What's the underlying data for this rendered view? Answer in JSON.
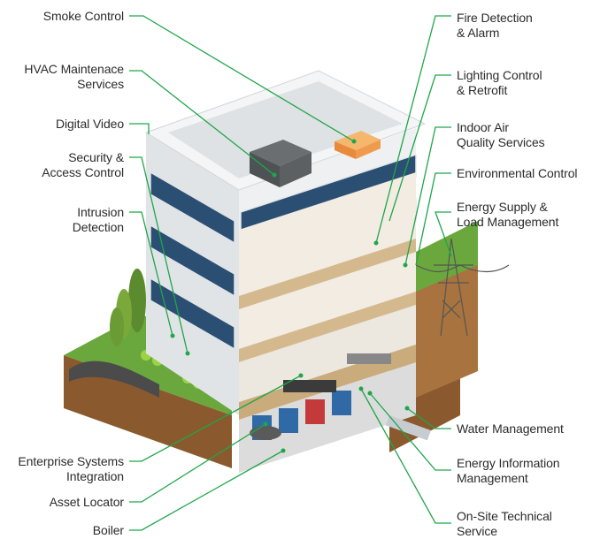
{
  "colors": {
    "accent_green": "#1ea64a",
    "grass": "#5e9e3a",
    "soil": "#b07d45",
    "wall": "#e9ecee",
    "window": "#2a4f72",
    "floor": "#d9c3a0"
  },
  "labels_left": {
    "smoke_control": [
      "Smoke Control"
    ],
    "hvac": [
      "HVAC Maintenace",
      "Services"
    ],
    "digital_video": [
      "Digital Video"
    ],
    "security": [
      "Security &",
      "Access Control"
    ],
    "intrusion": [
      "Intrusion",
      "Detection"
    ],
    "enterprise": [
      "Enterprise Systems",
      "Integration"
    ],
    "asset_locator": [
      "Asset Locator"
    ],
    "boiler": [
      "Boiler"
    ]
  },
  "labels_right": {
    "fire_detection": [
      "Fire Detection",
      "& Alarm"
    ],
    "lighting": [
      "Lighting Control",
      "& Retrofit"
    ],
    "indoor_air": [
      "Indoor Air",
      "Quality Services"
    ],
    "environmental": [
      "Environmental Control"
    ],
    "energy_supply": [
      "Energy Supply &",
      "Load Management"
    ],
    "water": [
      "Water Management"
    ],
    "energy_info": [
      "Energy Information",
      "Management"
    ],
    "onsite": [
      "On-Site Technical",
      "Service"
    ]
  }
}
